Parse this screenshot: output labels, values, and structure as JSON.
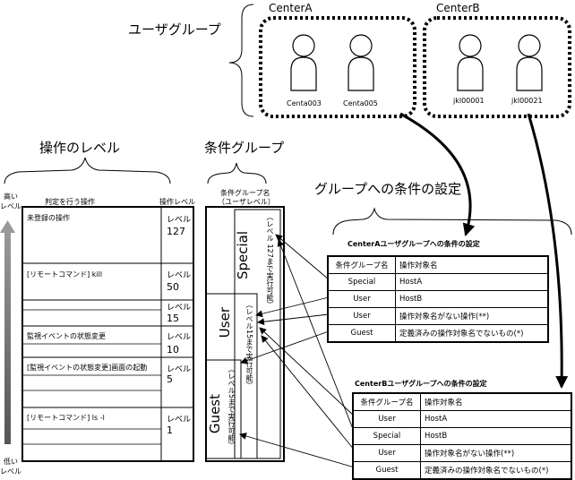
{
  "user_group_label": "ユーザグループ",
  "centerA": {
    "name": "CenterA",
    "users": [
      "Centa003",
      "Centa005"
    ]
  },
  "centerB": {
    "name": "CenterB",
    "users": [
      "jkl00001",
      "jkl00021"
    ]
  },
  "operation_level_title": "操作のレベル",
  "condition_group_title": "条件グループ",
  "group_condition_title": "グループへの条件の設定",
  "axis": {
    "high": "高い",
    "high2": "レベル",
    "low": "低い",
    "low2": "レベル"
  },
  "op_table": {
    "header_op": "判定を行う操作",
    "header_level": "操作レベル",
    "rows": [
      {
        "op": "未登録の操作",
        "level_label": "レベル",
        "level": "127"
      },
      {
        "op": "[リモートコマンド] kill",
        "level_label": "レベル",
        "level": "50"
      },
      {
        "op": "",
        "level_label": "レベル",
        "level": "15"
      },
      {
        "op": "監視イベントの状態変更",
        "level_label": "レベル",
        "level": "10"
      },
      {
        "op": "[監視イベントの状態変更]画面の起動",
        "level_label": "レベル",
        "level": "5"
      },
      {
        "op": "[リモートコマンド] ls -l",
        "level_label": "レベル",
        "level": "1"
      }
    ]
  },
  "cond_group_box": {
    "header1": "条件グループ名",
    "header2": "（ユーザレベル）",
    "special": "Special",
    "special_note": "（レベル 127まで実行可能）",
    "user": "User",
    "user_note": "（レベル15まで実行可能）",
    "guest": "Guest",
    "guest_note": "（レベル5まで実行可能）"
  },
  "tableA": {
    "title": "CenterAユーザグループへの条件の設定",
    "col1": "条件グループ名",
    "col2": "操作対象名",
    "rows": [
      {
        "group": "Special",
        "target": "HostA"
      },
      {
        "group": "User",
        "target": "HostB"
      },
      {
        "group": "User",
        "target": "操作対象名がない操作(**)"
      },
      {
        "group": "Guest",
        "target": "定義済みの操作対象名でないもの(*)"
      }
    ]
  },
  "tableB": {
    "title": "CenterBユーザグループへの条件の設定",
    "col1": "条件グループ名",
    "col2": "操作対象名",
    "rows": [
      {
        "group": "User",
        "target": "HostA"
      },
      {
        "group": "Special",
        "target": "HostB"
      },
      {
        "group": "User",
        "target": "操作対象名がない操作(**)"
      },
      {
        "group": "Guest",
        "target": "定義済みの操作対象名でないもの(*)"
      }
    ]
  }
}
